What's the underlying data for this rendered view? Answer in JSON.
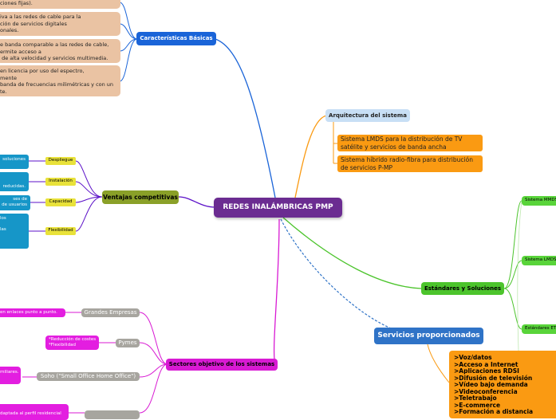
{
  "center": "REDES INALÁMBRICAS PMP",
  "caracteristicas": {
    "label": "Características Básicas",
    "items": [
      "ciones fijas).",
      "iva a las redes de cable para la\nción de servicios digitales\nonales.",
      "e banda comparable a las redes de cable,\nermite acceso a\n de alta velocidad y servicios multimedia.",
      "en licencia por uso del espectro,\nmente\nbanda de frecuencias milimétricas y con un\nte."
    ]
  },
  "arquitectura": {
    "label": "Arquitectura del sistema",
    "items": [
      "Sistema LMDS para la distribución de TV\nsatélite y servicios de banda ancha",
      "Sistema híbrido radio-fibra para distribución\nde servicios P-MP"
    ]
  },
  "ventajas": {
    "label": "Ventajas competitivas",
    "items": [
      {
        "label": "Despliegue",
        "detail": "soluciones"
      },
      {
        "label": "Instalación",
        "detail": "reducidas."
      },
      {
        "label": "Capacidad",
        "detail": "ses de\nde usuarios"
      },
      {
        "label": "Flexibilidad",
        "detail": "los\n\nlas"
      }
    ]
  },
  "estandares": {
    "label": "Estándares y Soluciones",
    "items": [
      "Sistema MMDS",
      "Sistema LMDS",
      "Estándares ET"
    ]
  },
  "servicios": {
    "label": "Servicios proporcionados",
    "list": ">Voz/datos\n>Acceso a Internet\n>Aplicaciones RDSI\n>Difusión de televisión\n>Vídeo bajo demanda\n>Videoconferencia\n>Teletrabajo\n>E-commerce\n>Formación a distancia"
  },
  "sectores": {
    "label": "Sectores objetivo de los sistemas",
    "items": [
      {
        "label": "Grandes Empresas",
        "detail": "en enlaces punto a punto."
      },
      {
        "label": "Pymes",
        "detail": "*Reducción de costes\n*Flexibilidad"
      },
      {
        "label": "Soho (\"Small Office Home Office\")",
        "detail": "miliares."
      },
      {
        "label": "",
        "detail": "daptada al perfil residencial"
      }
    ]
  },
  "colors": {
    "center": "#6b2c91",
    "blue": "#1a64d8",
    "orange": "#fa9a12",
    "olive": "#8aa028",
    "green": "#4cc42c",
    "magenta": "#d81ad3",
    "purple_link": "#5b10c8"
  }
}
